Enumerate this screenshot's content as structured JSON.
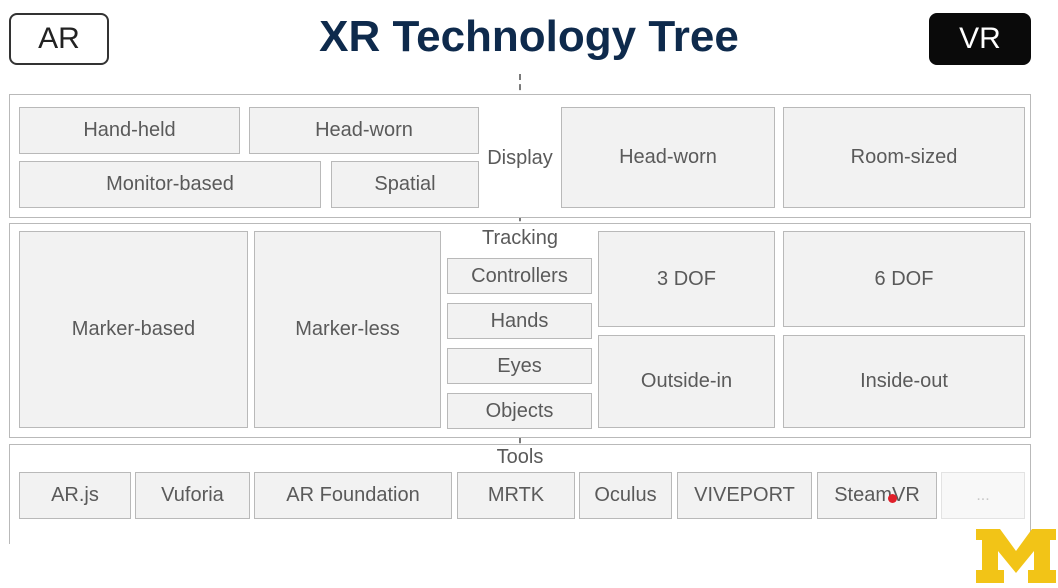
{
  "title": "XR Technology Tree",
  "tags": {
    "ar": "AR",
    "vr": "VR"
  },
  "display": {
    "label": "Display",
    "ar": [
      "Hand-held",
      "Head-worn",
      "Monitor-based",
      "Spatial"
    ],
    "vr": [
      "Head-worn",
      "Room-sized"
    ]
  },
  "tracking": {
    "label": "Tracking",
    "ar": [
      "Marker-based",
      "Marker-less"
    ],
    "shared": [
      "Controllers",
      "Hands",
      "Eyes",
      "Objects"
    ],
    "vr": [
      "3 DOF",
      "6 DOF",
      "Outside-in",
      "Inside-out"
    ]
  },
  "tools": {
    "label": "Tools",
    "items": [
      "AR.js",
      "Vuforia",
      "AR Foundation",
      "MRTK",
      "Oculus",
      "VIVEPORT",
      "SteamVR",
      "..."
    ]
  },
  "colors": {
    "title": "#0e2a4c",
    "logo": "#f2c417",
    "pointer": "#e0202a"
  },
  "logo": "M"
}
